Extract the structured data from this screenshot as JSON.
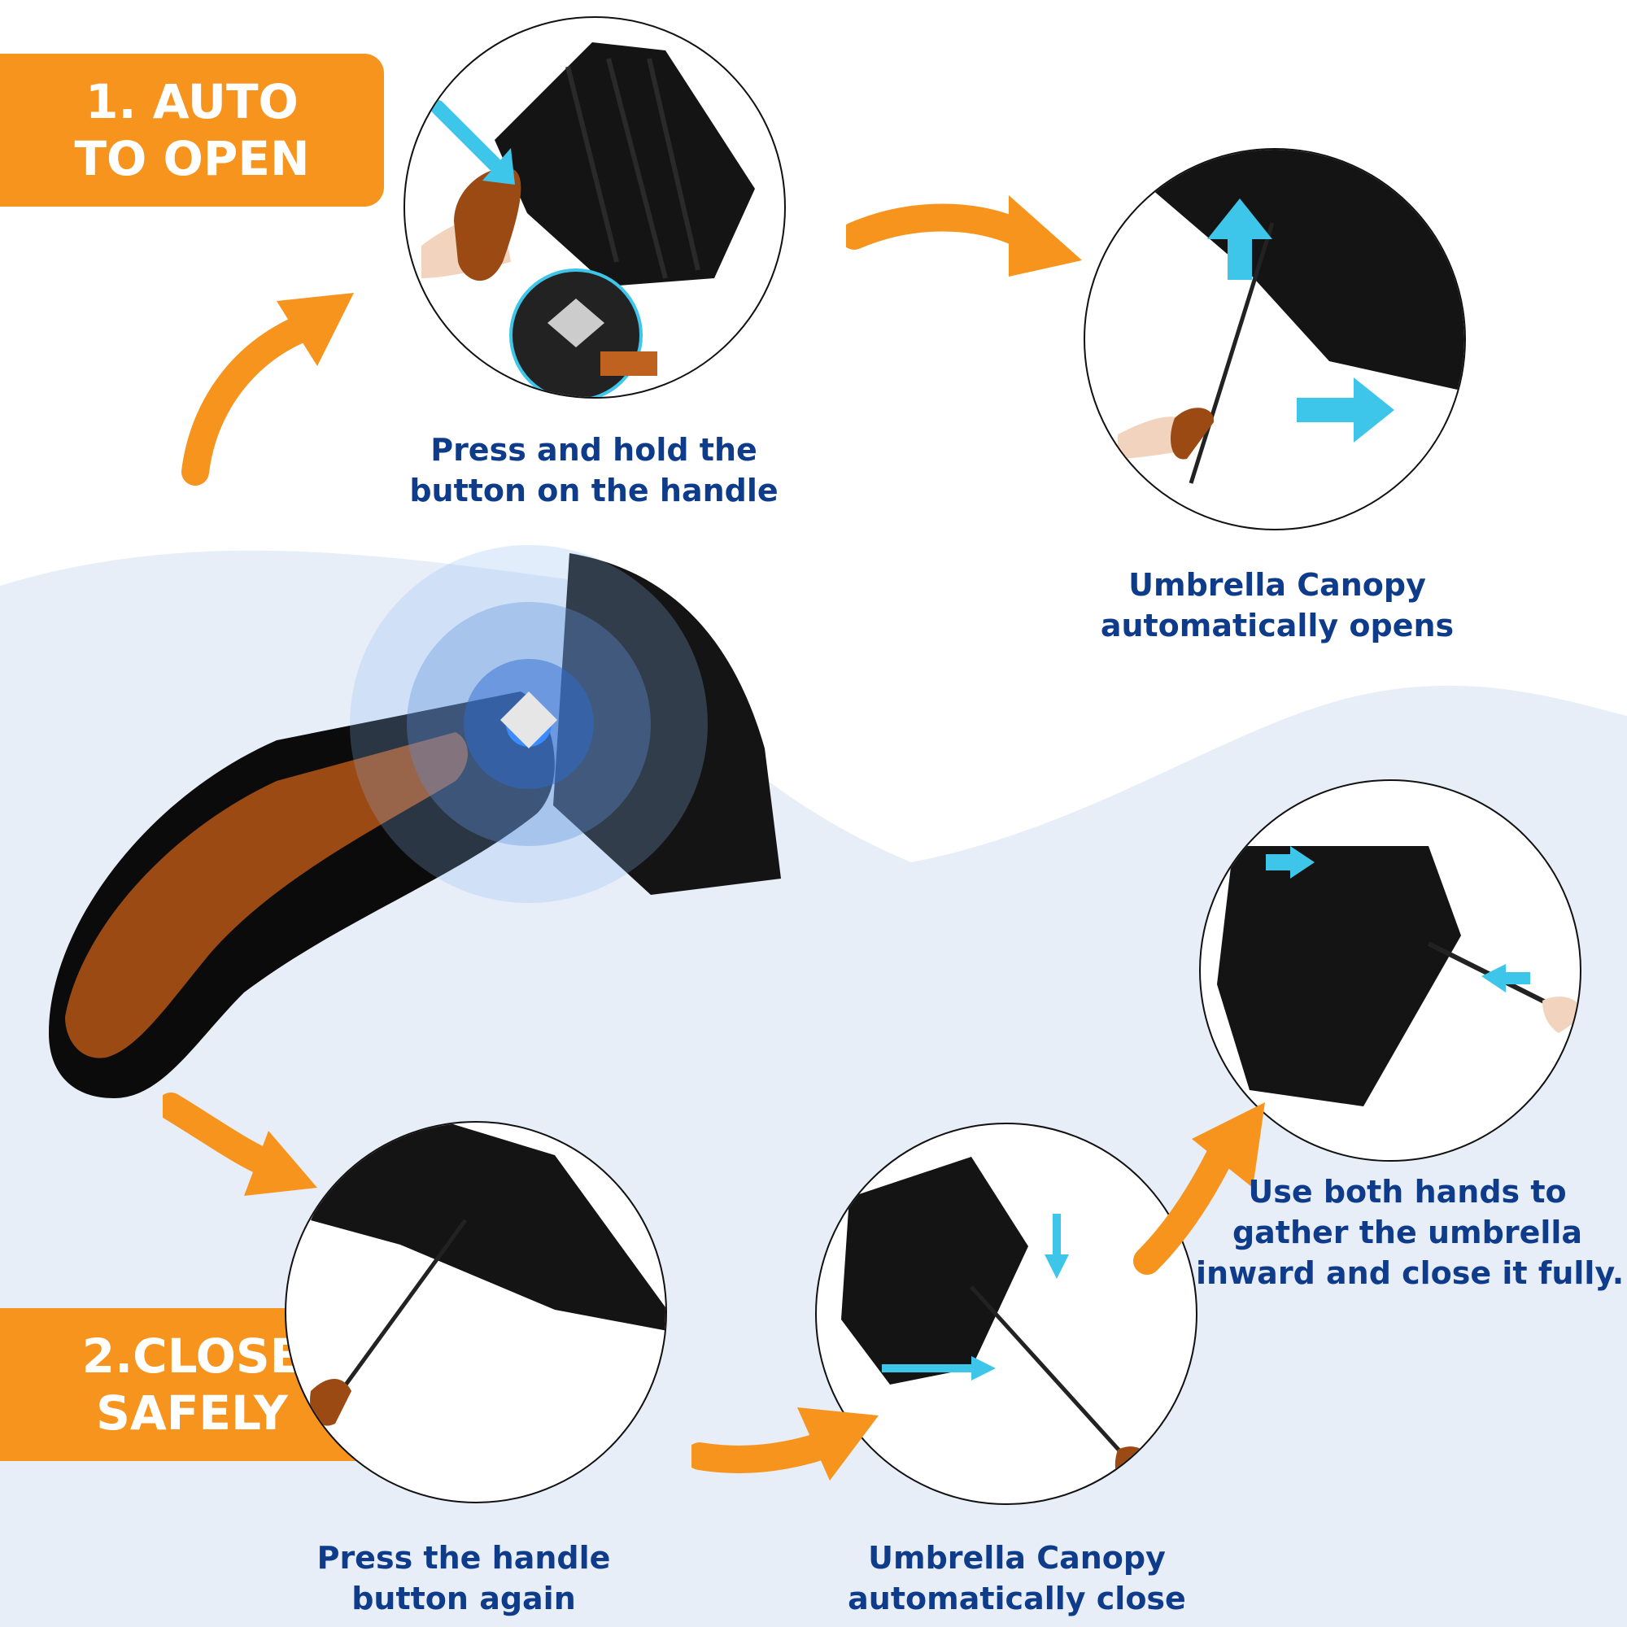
{
  "colors": {
    "badge": "#f7941d",
    "caption": "#0f3c8a",
    "arrow_orange": "#f7941d",
    "arrow_cyan": "#3ec5ea",
    "background_wave": "#e7eef8",
    "canopy": "#141414",
    "wood": "#9c4a14"
  },
  "step1": {
    "badge_line1": "1. AUTO",
    "badge_line2": "TO OPEN"
  },
  "step2": {
    "badge_line1": "2.CLOSE",
    "badge_line2": "SAFELY"
  },
  "captions": {
    "press_hold_line1": "Press and hold the",
    "press_hold_line2": "button on the handle",
    "opens_line1": "Umbrella Canopy",
    "opens_line2": "automatically opens",
    "press_again_line1": "Press the handle",
    "press_again_line2": "button again",
    "closes_line1": "Umbrella Canopy",
    "closes_line2": "automatically close",
    "both_hands_line1": "Use both hands to",
    "both_hands_line2": "gather the umbrella",
    "both_hands_line3": "inward and close it fully."
  }
}
